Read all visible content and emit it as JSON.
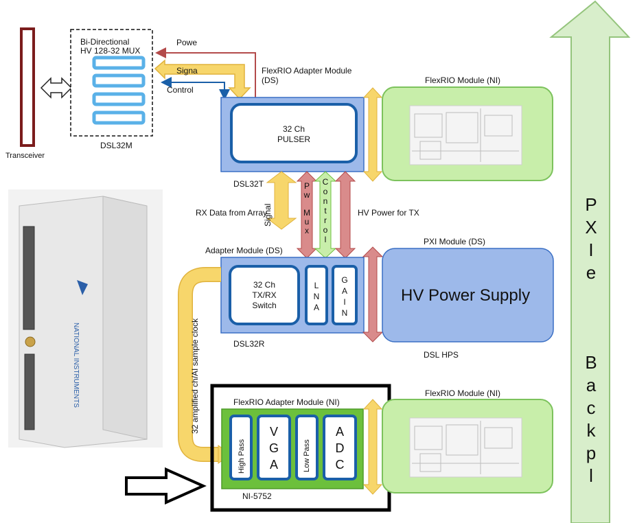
{
  "colors": {
    "blue_fill": "#9db9ea",
    "blue_stroke": "#3a6fc4",
    "dark_blue": "#1a5fa8",
    "light_blue_inner": "#5ab1e8",
    "green_fill": "#c8eeaa",
    "green_stroke": "#7cc25c",
    "dark_green_fill": "#6cc03c",
    "yellow": "#f7d66b",
    "yellow_stroke": "#e0b23c",
    "red_arrow": "#d98b8b",
    "red_stroke": "#b34a4a",
    "maroon": "#7b1c1c",
    "backplane_fill": "#d8eecb",
    "backplane_stroke": "#94c47c"
  },
  "labels": {
    "transceiver": "Transceiver",
    "mux_title_line1": "Bi-Directional",
    "mux_title_line2": "HV 128-32  MUX",
    "dsl32m": "DSL32M",
    "power": "Powe",
    "signal": "Signa",
    "control": "Control",
    "flexrio_adapter_ds_line1": "FlexRIO Adapter Module",
    "flexrio_adapter_ds_line2": "(DS)",
    "flexrio_module_top": "FlexRIO Module (NI)",
    "pulser_line1": "32 Ch",
    "pulser_line2": "PULSER",
    "dsl32t": "DSL32T",
    "rx_data": "RX Data from Array",
    "signal_vertical": "Signal",
    "pw_mux": [
      "P",
      "w",
      "",
      "M",
      "u",
      "x"
    ],
    "control_vertical": [
      "C",
      "o",
      "n",
      "t",
      "r",
      "o",
      "l"
    ],
    "hv_power_tx": "HV Power for TX",
    "adapter_module_ds": "Adapter Module  (DS)",
    "pxi_module_ds": "PXI Module (DS)",
    "switch_line1": "32 Ch",
    "switch_line2": "TX/RX",
    "switch_line3": "Switch",
    "lna": [
      "L",
      "N",
      "A"
    ],
    "gain": [
      "G",
      "A",
      "I",
      "N"
    ],
    "hv_power_supply": "HV Power Supply",
    "dsl32r": "DSL32R",
    "dsl_hps": "DSL HPS",
    "sample_clock": "32 amplified ch/AI sample clock",
    "flexrio_adapter_ni": "FlexRIO Adapter Module (NI)",
    "flexrio_module_bottom": "FlexRIO Module (NI)",
    "high_pass": "High Pass",
    "vga": [
      "V",
      "G",
      "A"
    ],
    "low_pass": "Low Pass",
    "adc": [
      "A",
      "D",
      "C"
    ],
    "ni5752": "NI-5752",
    "pxie": [
      "P",
      "X",
      "I",
      "e"
    ],
    "backplane": [
      "B",
      "a",
      "c",
      "k",
      "p",
      "l"
    ]
  }
}
